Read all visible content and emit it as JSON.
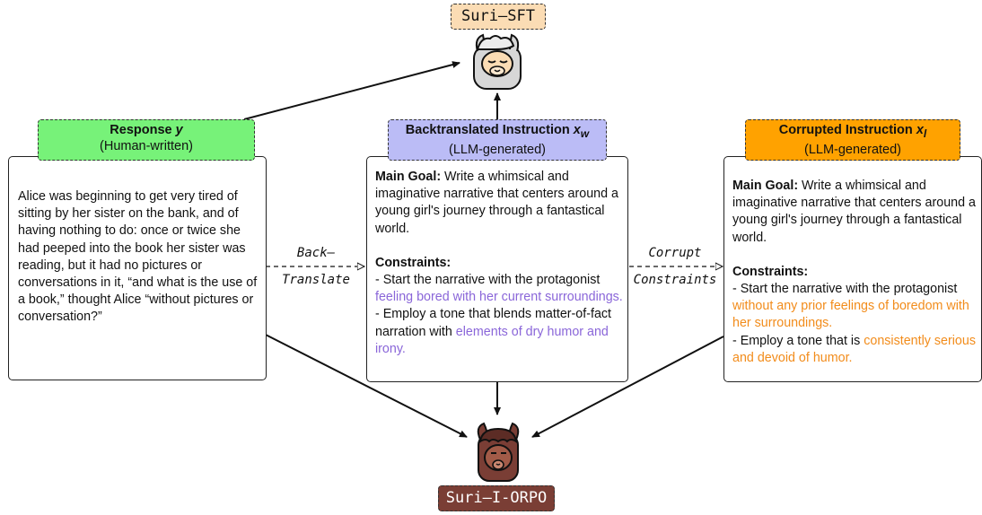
{
  "models": {
    "sft_label": "Suri–SFT",
    "orpo_label": "Suri–I-ORPO"
  },
  "response": {
    "title": "Response ",
    "var": "y",
    "subtitle": "(Human-written)",
    "text": "Alice was beginning to get very tired of sitting by her sister on the bank, and of having nothing to do: once or twice she had peeped into the book her sister was reading, but it had no pictures or conversations in it, “and what is the use of a book,” thought Alice “without pictures or conversation?”"
  },
  "backtranslated": {
    "title": "Backtranslated Instruction ",
    "var": "x",
    "sub": "w",
    "subtitle": "(LLM-generated)",
    "goal_label": "Main Goal:",
    "goal_text": " Write a whimsical and imaginative narrative that centers around a young girl's journey through a fantastical world.",
    "constraints_label": "Constraints:",
    "c1_prefix": "- Start the narrative with the protagonist ",
    "c1_highlight": "feeling bored with her current surroundings.",
    "c2_prefix": "- Employ a tone that blends matter-of-fact narration with ",
    "c2_highlight": "elements of dry humor and irony."
  },
  "corrupted": {
    "title": "Corrupted Instruction ",
    "var": "x",
    "sub": "l",
    "subtitle": "(LLM-generated)",
    "goal_label": "Main Goal:",
    "goal_text": " Write a whimsical and imaginative narrative that centers around a young girl's journey through a fantastical world.",
    "constraints_label": "Constraints:",
    "c1_prefix": "- Start the narrative with the protagonist ",
    "c1_highlight": "without any prior feelings of boredom with her surroundings.",
    "c2_prefix": "- Employ a tone that is ",
    "c2_highlight": "consistently serious and devoid of humor."
  },
  "arrows": {
    "back_line1": "Back–",
    "back_line2": "Translate",
    "corrupt_line1": "Corrupt",
    "corrupt_line2": "Constraints"
  },
  "colors": {
    "response_tag": "#77f279",
    "backtranslated_tag": "#bbbcf6",
    "corrupted_tag": "#ffa200",
    "sft_tag": "#fbdcb4",
    "orpo_tag": "#7a3e35",
    "purple_text": "#8a66d9",
    "orange_text": "#f28c1b"
  }
}
